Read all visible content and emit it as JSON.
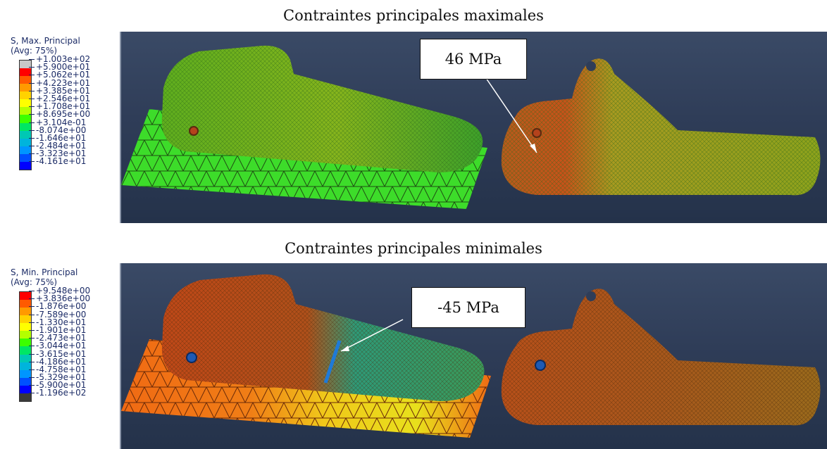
{
  "captions": {
    "max": "Contraintes principales maximales",
    "min": "Contraintes principales minimales"
  },
  "max_panel": {
    "legend_title": "S, Max. Principal",
    "legend_avg": "(Avg: 75%)",
    "legend_values": [
      "+1.003e+02",
      "+5.900e+01",
      "+5.062e+01",
      "+4.223e+01",
      "+3.385e+01",
      "+2.546e+01",
      "+1.708e+01",
      "+8.695e+00",
      "+3.104e-01",
      "-8.074e+00",
      "-1.646e+01",
      "-2.484e+01",
      "-3.323e+01",
      "-4.161e+01"
    ],
    "legend_colors": [
      "#c8c8c8",
      "#ff0000",
      "#ff5a00",
      "#ff9a00",
      "#ffd200",
      "#ffff00",
      "#b4ff00",
      "#3cff00",
      "#00e664",
      "#00c8b4",
      "#00b4dc",
      "#0096ff",
      "#0050ff",
      "#0000ff"
    ],
    "callout": "46 MPa"
  },
  "min_panel": {
    "legend_title": "S, Min. Principal",
    "legend_avg": "(Avg: 75%)",
    "legend_values": [
      "+9.548e+00",
      "+3.836e+00",
      "-1.876e+00",
      "-7.589e+00",
      "-1.330e+01",
      "-1.901e+01",
      "-2.473e+01",
      "-3.044e+01",
      "-3.615e+01",
      "-4.186e+01",
      "-4.758e+01",
      "-5.329e+01",
      "-5.900e+01",
      "-1.196e+02"
    ],
    "legend_colors": [
      "#ff0000",
      "#ff5a00",
      "#ff9a00",
      "#ffd200",
      "#ffff00",
      "#b4ff00",
      "#3cff00",
      "#00e664",
      "#00c8b4",
      "#00b4dc",
      "#0096ff",
      "#0050ff",
      "#0000ff",
      "#3a3a3a"
    ],
    "callout": "-45 MPa"
  }
}
